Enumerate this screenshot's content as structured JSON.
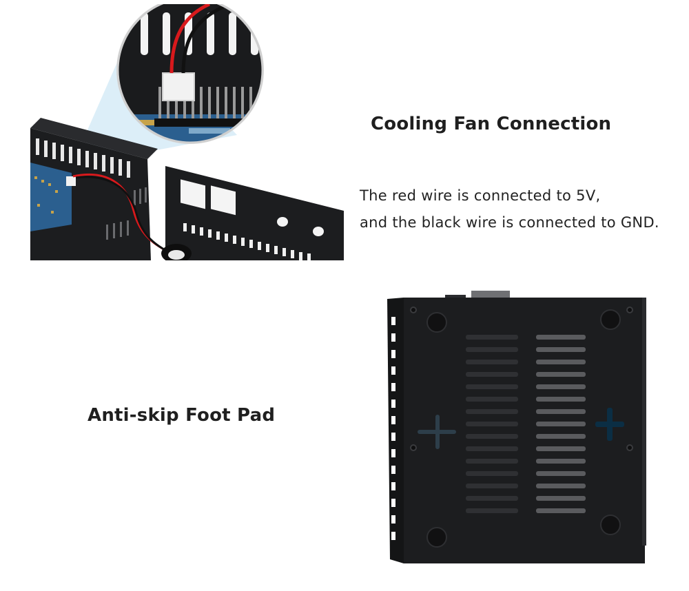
{
  "section_fan": {
    "heading": "Cooling Fan Connection",
    "line_1": "The red wire is connected to 5V,",
    "line_2": "and the black wire is connected to GND."
  },
  "section_foot": {
    "heading": "Anti-skip Foot Pad"
  },
  "colors": {
    "case_black": "#1c1d1f",
    "wire_red": "#d8191c",
    "magnifier_blue": "#bfe0f3",
    "pcb_blue": "#2b5f8f",
    "text": "#222222"
  },
  "icons": [
    "fan-photo",
    "connector-zoom",
    "case-bottom-photo",
    "foot-pad"
  ]
}
